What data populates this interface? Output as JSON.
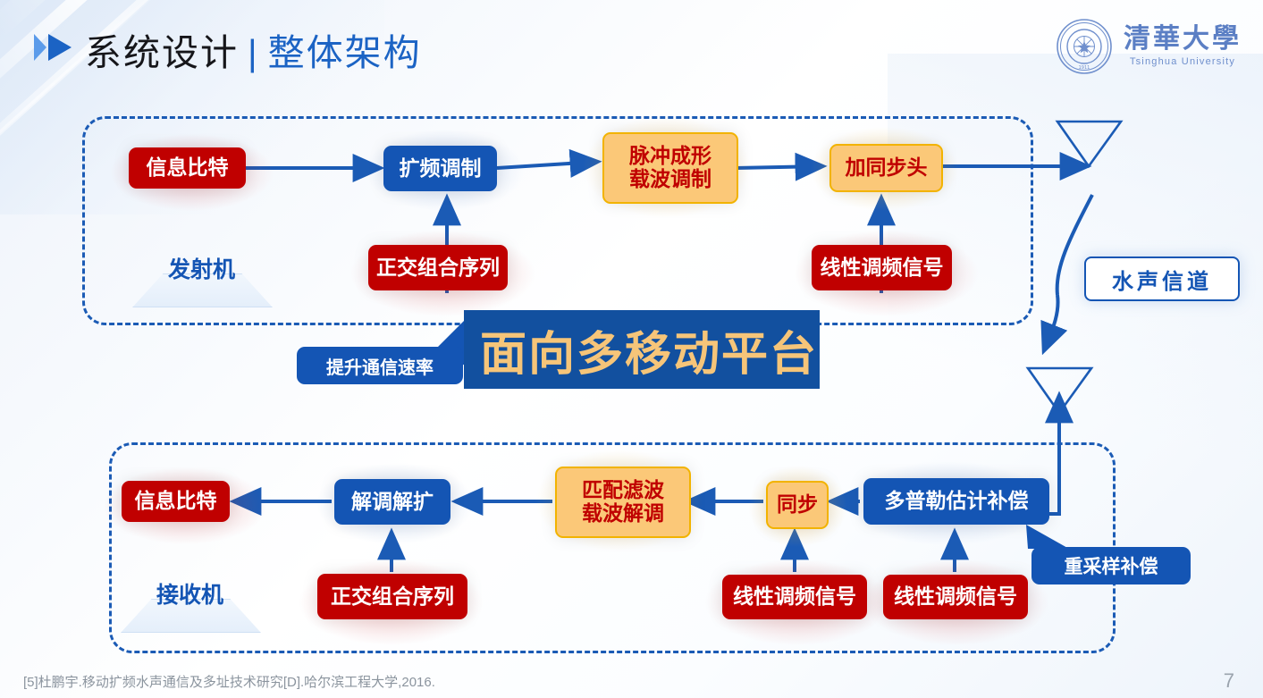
{
  "header": {
    "title_main": "系统设计",
    "title_sep": "|",
    "title_sub": "整体架构",
    "chevron_icon": "double-chevron-right-icon",
    "logo": {
      "seal_icon": "tsinghua-seal-icon",
      "cn_name": "清華大學",
      "en_name": "Tsinghua University"
    }
  },
  "transmitter": {
    "label": "发射机",
    "nodes": {
      "info_bits": "信息比特",
      "spread_mod": "扩频调制",
      "ortho_seq": "正交组合序列",
      "pulse_shape": "脉冲成形\n载波调制",
      "pulse_shape_l1": "脉冲成形",
      "pulse_shape_l2": "载波调制",
      "add_sync": "加同步头",
      "chirp": "线性调频信号"
    }
  },
  "receiver": {
    "label": "接收机",
    "nodes": {
      "info_bits": "信息比特",
      "demod_despread": "解调解扩",
      "ortho_seq": "正交组合序列",
      "matched_filter_l1": "匹配滤波",
      "matched_filter_l2": "载波解调",
      "sync": "同步",
      "doppler": "多普勒估计补偿",
      "chirp_1": "线性调频信号",
      "chirp_2": "线性调频信号"
    }
  },
  "channel": {
    "label": "水声信道",
    "tx_antenna_icon": "antenna-triangle-icon",
    "rx_antenna_icon": "antenna-triangle-icon"
  },
  "callouts": {
    "rate": "提升通信速率",
    "resample": "重采样补偿"
  },
  "overlay_banner": {
    "text": "面向多移动平台"
  },
  "footer": {
    "citation": "[5]杜鹏宇.移动扩频水声通信及多址技术研究[D].哈尔滨工程大学,2016.",
    "page_number": "7"
  },
  "colors": {
    "red": "#c00000",
    "blue": "#1455b4",
    "orange_fill": "#fbc878",
    "orange_border": "#f2b300",
    "line_blue": "#1b5bb5",
    "title_blue": "#1b63c4"
  }
}
